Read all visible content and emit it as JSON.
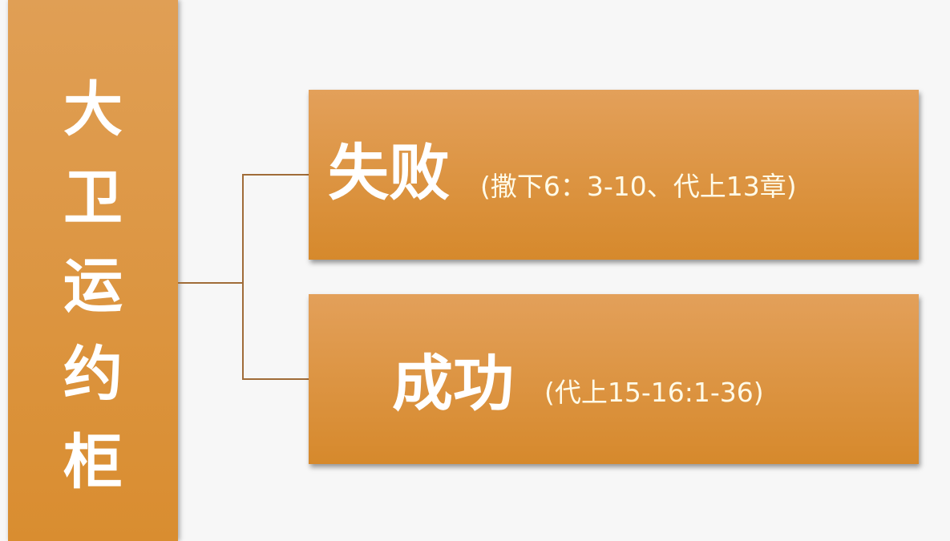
{
  "title_chars": [
    "大",
    "卫",
    "运",
    "约",
    "柜"
  ],
  "branches": [
    {
      "label": "失败",
      "reference": "(撒下6：3-10、代上13章)"
    },
    {
      "label": "成功",
      "reference": "(代上15-16:1-36)"
    }
  ],
  "colors": {
    "box_top": "#e3a05a",
    "box_bottom": "#d6892c",
    "connector": "#a06c38"
  }
}
